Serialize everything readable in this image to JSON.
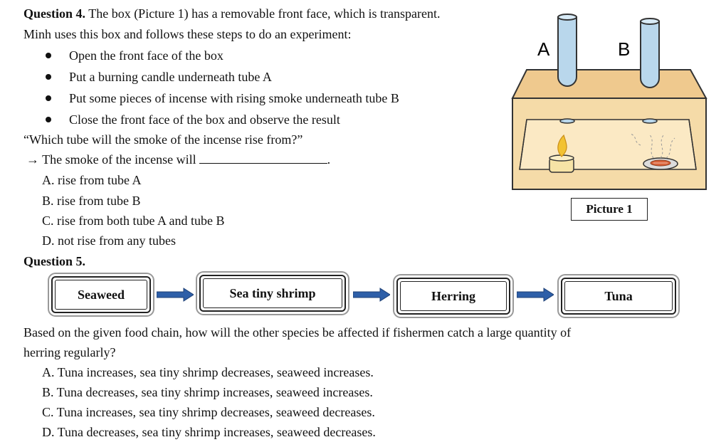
{
  "q4": {
    "label": "Question 4.",
    "line1": "The box (Picture 1) has a removable front face, which is transparent.",
    "line2": "Minh uses this box and follows these steps to do an experiment:",
    "steps": [
      "Open the front face of the box",
      "Put a burning candle underneath tube A",
      "Put some pieces of incense with rising smoke underneath tube B",
      "Close the front face of the box and observe the result"
    ],
    "question": "“Which tube will the smoke of the incense rise from?”",
    "answer_prefix": "→ The smoke of the incense will",
    "answer_suffix": ".",
    "options": [
      "A. rise from tube A",
      "B. rise from tube B",
      "C. rise from both tube A and tube B",
      "D. not rise from any tubes"
    ],
    "picture": {
      "tube_a_label": "A",
      "tube_b_label": "B",
      "caption": "Picture 1",
      "colors": {
        "box": "#efc98e",
        "box_side": "#e6b878",
        "outline": "#333333",
        "tube": "#b9d7ec",
        "flame": "#f2c232",
        "candle": "#f6e3a6",
        "dish": "#dcdcdc",
        "incense": "#d9623a"
      }
    }
  },
  "q5": {
    "label": "Question 5.",
    "food_chain": [
      "Seaweed",
      "Sea tiny shrimp",
      "Herring",
      "Tuna"
    ],
    "question_line1": "Based on the given food chain, how will the other species be affected if fishermen catch a large quantity of",
    "question_line2": "herring regularly?",
    "options": [
      "A. Tuna increases, sea tiny shrimp decreases, seaweed increases.",
      "B. Tuna decreases, sea tiny shrimp increases, seaweed increases.",
      "C. Tuna increases, sea tiny shrimp decreases, seaweed decreases.",
      "D. Tuna decreases, sea tiny shrimp increases, seaweed decreases."
    ],
    "arrow_color": "#2e5fa8"
  }
}
